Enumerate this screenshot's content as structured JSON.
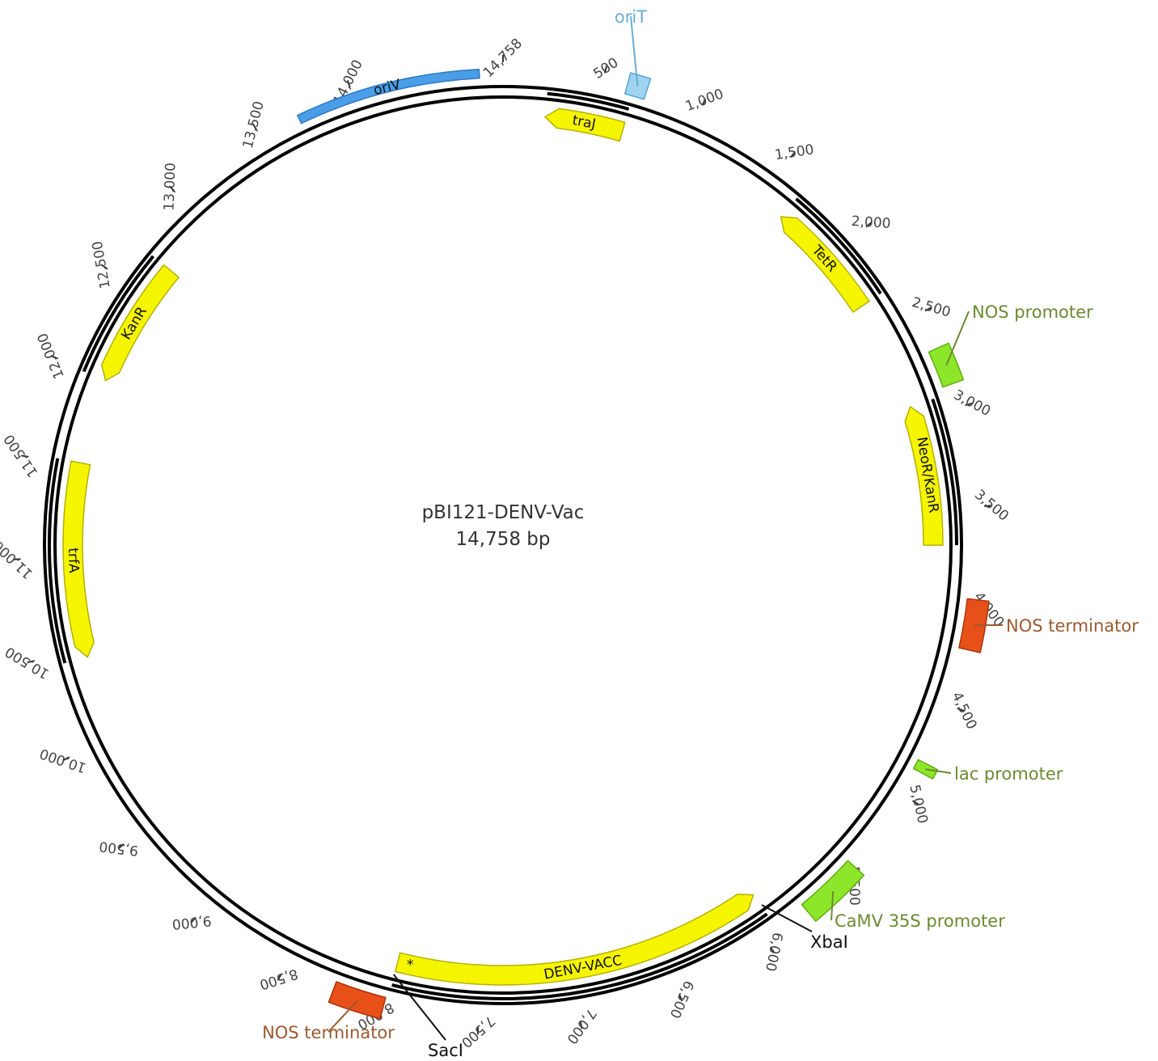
{
  "plasmid": {
    "name": "pBI121-DENV-Vac",
    "size_label": "14,758 bp",
    "length": 14758
  },
  "colors": {
    "cds": "#f5f500",
    "cds_stroke": "#b6b000",
    "origin": "#4a9ee8",
    "origin_t": "#9fd3f0",
    "promoter": "#8ee62b",
    "terminator": "#e8501a",
    "promoter_text": "#6a8a32",
    "terminator_text": "#9a5a30",
    "orit_text": "#6aaed0",
    "site_text": "#111111"
  },
  "ticks": [
    "500",
    "1,000",
    "1,500",
    "2,000",
    "2,500",
    "3,000",
    "3,500",
    "4,000",
    "4,500",
    "5,000",
    "5,500",
    "6,000",
    "6,500",
    "7,000",
    "7,500",
    "8,000",
    "8,500",
    "9,000",
    "9,500",
    "10,000",
    "10,500",
    "11,000",
    "11,500",
    "12,000",
    "12,500",
    "13,000",
    "13,500",
    "14,000",
    "14,758"
  ],
  "features": [
    {
      "name": "oriV",
      "type": "origin",
      "label": "oriV",
      "start": 13710,
      "end": 14640
    },
    {
      "name": "traJ",
      "type": "cds",
      "label": "traJ",
      "start": 230,
      "end": 660
    },
    {
      "name": "TetR",
      "type": "cds",
      "label": "TetR",
      "start": 1650,
      "end": 2310
    },
    {
      "name": "NeoR-KanR",
      "type": "cds",
      "label": "NeoR/KanR",
      "start": 2920,
      "end": 3690
    },
    {
      "name": "DENV-VACC",
      "type": "cds",
      "label": "DENV-VACC",
      "start": 5920,
      "end": 7960
    },
    {
      "name": "trfA",
      "type": "cds",
      "label": "trfA",
      "start": 10450,
      "end": 11520
    },
    {
      "name": "KanR",
      "type": "cds",
      "label": "KanR",
      "start": 11990,
      "end": 12690
    }
  ],
  "callouts": [
    {
      "name": "oriT",
      "type": "origin_t",
      "label": "oriT",
      "start": 620,
      "end": 720
    },
    {
      "name": "nos-promoter",
      "type": "promoter",
      "label": "NOS promoter",
      "start": 2690,
      "end": 2880
    },
    {
      "name": "nos-terminator-1",
      "type": "terminator",
      "label": "NOS terminator",
      "start": 3960,
      "end": 4210
    },
    {
      "name": "lac-promoter",
      "type": "promoter",
      "label": "lac promoter",
      "start": 4810,
      "end": 4860
    },
    {
      "name": "camv-35s-promoter",
      "type": "promoter",
      "label": "CaMV 35S promoter",
      "start": 5430,
      "end": 5750
    },
    {
      "name": "nos-terminator-2",
      "type": "terminator",
      "label": "NOS terminator",
      "start": 7975,
      "end": 8235
    }
  ],
  "sites": [
    {
      "name": "xbai-site",
      "label": "XbaI",
      "position": 5915
    },
    {
      "name": "saci-site",
      "label": "SacI",
      "position": 7965
    }
  ],
  "marker": "*"
}
